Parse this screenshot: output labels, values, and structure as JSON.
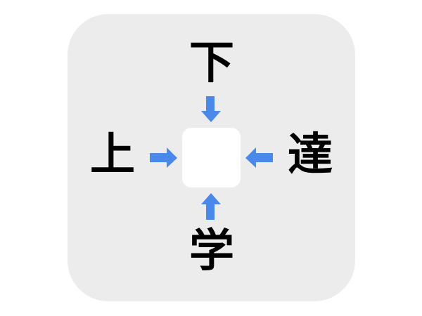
{
  "puzzle": {
    "type": "kanji-crossword",
    "answer_placeholder": "",
    "clues": {
      "top": "下",
      "left": "上",
      "right": "達",
      "bottom": "学"
    }
  },
  "icons": {
    "top_arrow": "arrow-down-icon",
    "left_arrow": "arrow-right-icon",
    "right_arrow": "arrow-left-icon",
    "bottom_arrow": "arrow-up-icon"
  },
  "colors": {
    "panel": "#ececec",
    "answer_box": "#ffffff",
    "arrow": "#4a88ea",
    "text": "#000000"
  }
}
